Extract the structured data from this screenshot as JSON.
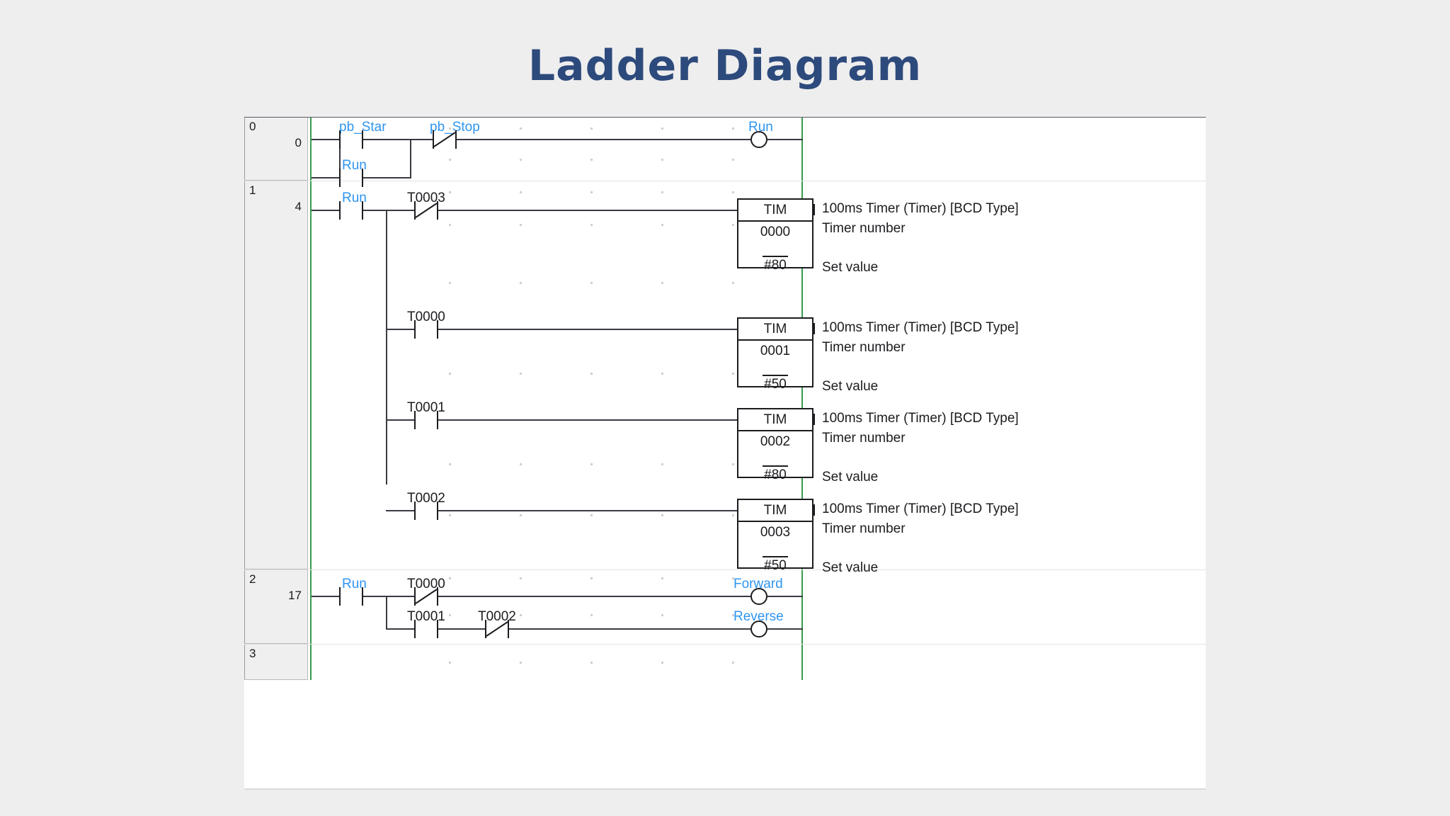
{
  "page": {
    "title": "Ladder Diagram",
    "title_color": "#2d4a7c",
    "background": "#eeeeee"
  },
  "colors": {
    "rail": "#3a9b4e",
    "wire": "#3a3a44",
    "symbol": "#1c1c20",
    "label_blue": "#2e95f0",
    "label_black": "#1c1c20",
    "header_bg": "#efefef"
  },
  "rungs": [
    {
      "rung_number": "0",
      "step_number": "0",
      "contacts": [
        {
          "label": "pb_Star",
          "type": "NO",
          "color": "blue"
        },
        {
          "label": "Run",
          "type": "NO",
          "color": "blue"
        },
        {
          "label": "pb_Stop",
          "type": "NC",
          "color": "blue"
        }
      ],
      "coils": [
        {
          "label": "Run",
          "type": "coil",
          "color": "blue"
        }
      ],
      "instructions": [],
      "annotations": []
    },
    {
      "rung_number": "1",
      "step_number": "4",
      "contacts": [
        {
          "label": "Run",
          "type": "NO",
          "color": "blue"
        },
        {
          "label": "T0003",
          "type": "NC",
          "color": "black"
        },
        {
          "label": "T0000",
          "type": "NO",
          "color": "black"
        },
        {
          "label": "T0001",
          "type": "NO",
          "color": "black"
        },
        {
          "label": "T0002",
          "type": "NO",
          "color": "black"
        }
      ],
      "coils": [],
      "instructions": [
        {
          "name": "TIM",
          "number": "0000",
          "set_value": "#80"
        },
        {
          "name": "TIM",
          "number": "0001",
          "set_value": "#50"
        },
        {
          "name": "TIM",
          "number": "0002",
          "set_value": "#80"
        },
        {
          "name": "TIM",
          "number": "0003",
          "set_value": "#50"
        }
      ],
      "annotations": [
        {
          "line1": "100ms Timer (Timer) [BCD Type]",
          "line2": "Timer number",
          "line3": "Set value"
        },
        {
          "line1": "100ms Timer (Timer) [BCD Type]",
          "line2": "Timer number",
          "line3": "Set value"
        },
        {
          "line1": "100ms Timer (Timer) [BCD Type]",
          "line2": "Timer number",
          "line3": "Set value"
        },
        {
          "line1": "100ms Timer (Timer) [BCD Type]",
          "line2": "Timer number",
          "line3": "Set value"
        }
      ]
    },
    {
      "rung_number": "2",
      "step_number": "17",
      "contacts": [
        {
          "label": "Run",
          "type": "NO",
          "color": "blue"
        },
        {
          "label": "T0000",
          "type": "NC",
          "color": "black"
        },
        {
          "label": "T0001",
          "type": "NO",
          "color": "black"
        },
        {
          "label": "T0002",
          "type": "NC",
          "color": "black"
        }
      ],
      "coils": [
        {
          "label": "Forward",
          "type": "coil",
          "color": "blue"
        },
        {
          "label": "Reverse",
          "type": "coil",
          "color": "blue"
        }
      ],
      "instructions": [],
      "annotations": []
    },
    {
      "rung_number": "3",
      "step_number": "",
      "contacts": [],
      "coils": [],
      "instructions": [],
      "annotations": []
    }
  ]
}
